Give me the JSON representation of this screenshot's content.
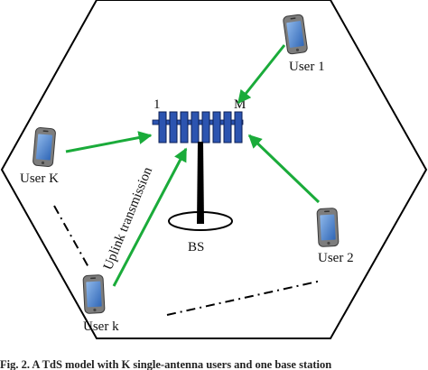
{
  "diagram": {
    "base_station": {
      "label": "BS",
      "first_antenna_index": "1",
      "last_antenna_index": "M",
      "antenna_elements": 8
    },
    "users": [
      {
        "id": "user-1",
        "label": "User 1"
      },
      {
        "id": "user-2",
        "label": "User 2"
      },
      {
        "id": "user-k-upper",
        "label": "User K"
      },
      {
        "id": "user-k-lower",
        "label": "User k"
      }
    ],
    "link_label": "Uplink transmission",
    "caption": "Fig. 2.  A TdS model with K single-antenna users and one base station",
    "colors": {
      "link": "#1aab3a",
      "antenna": "#2c54b0",
      "antenna_stroke": "#0d1f55",
      "cell_border": "#000000",
      "phone_body": "#7d7d7d",
      "phone_screen": "#3e78c8"
    }
  }
}
